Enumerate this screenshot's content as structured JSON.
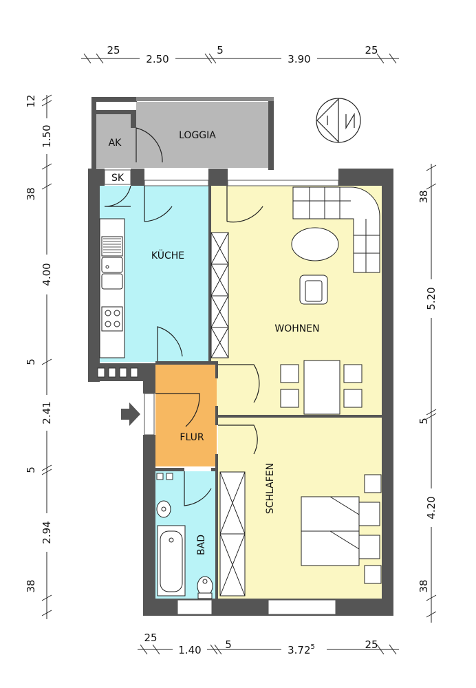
{
  "rooms": {
    "loggia": "LOGGIA",
    "ak": "AK",
    "sk": "SK",
    "kueche": "KÜCHE",
    "wohnen": "WOHNEN",
    "flur": "FLUR",
    "bad": "BAD",
    "schlafen": "SCHLAFEN"
  },
  "dims": {
    "top": {
      "a": "25",
      "b": "2.50",
      "c": "5",
      "d": "3.90",
      "e": "25"
    },
    "bottom": {
      "a": "25",
      "b": "1.40",
      "c": "5",
      "d": "3.72",
      "d_sup": "5",
      "e": "25"
    },
    "left": {
      "a": "12",
      "b": "1.50",
      "c": "38",
      "d": "4.00",
      "e": "5",
      "f": "2.41",
      "g": "5",
      "h": "2.94",
      "i": "38"
    },
    "right": {
      "a": "38",
      "b": "5.20",
      "c": "5",
      "d": "4.20",
      "e": "38"
    }
  },
  "colors": {
    "wall": "#555555",
    "loggia": "#b8b8b8",
    "kitchen": "#b9f3f7",
    "bath": "#b9f3f7",
    "living": "#fbf7c3",
    "hall": "#f7b861"
  },
  "icons": [
    "compass-icon",
    "entrance-arrow-icon"
  ]
}
